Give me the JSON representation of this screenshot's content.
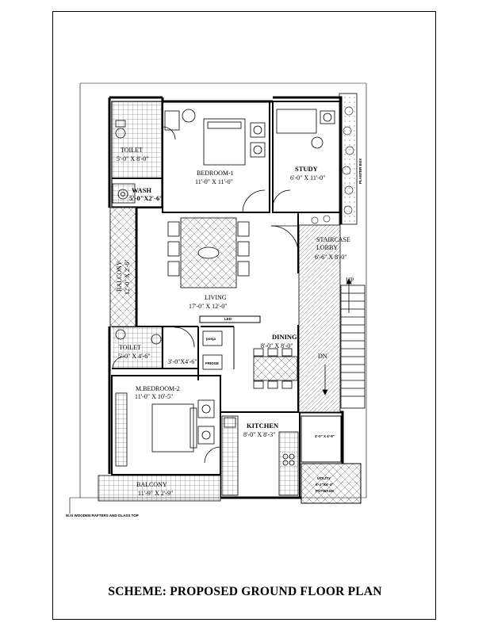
{
  "title": "SCHEME: PROPOSED GROUND FLOOR PLAN",
  "rooms": {
    "toilet1": {
      "name": "TOILET",
      "size": "5'-0\" X 8'-0\""
    },
    "bedroom1": {
      "name": "BEDROOM-1",
      "size": "11'-0\" X 11'-0\""
    },
    "study": {
      "name": "STUDY",
      "size": "6'-0\" X 11'-0\""
    },
    "wash": {
      "name": "WASH",
      "size": "5'-0\"X2'-6\""
    },
    "planter": {
      "name": "PLANTER BOX"
    },
    "balcony1": {
      "name": "BALCONY",
      "size": "12'-0\" X 2'-6\""
    },
    "living": {
      "name": "LIVING",
      "size": "17'-0\" X 12'-0\""
    },
    "stair_lobby": {
      "name1": "STAIRCASE",
      "name2": "LOBBY",
      "size": "6'-6\" X 8'-0\""
    },
    "up": "UP",
    "dn": "DN",
    "led": "LED",
    "pooja": "pooja",
    "fridge": "FRIDGE",
    "toilet2": {
      "name": "TOILET",
      "size": "5'-0\" X 4'-6\""
    },
    "passage": {
      "size": "3'-0\"X4'-6\""
    },
    "dining": {
      "name": "DINING",
      "size": "8'-0\" X 8'-0\""
    },
    "mbedroom2": {
      "name": "M.BEDROOM-2",
      "size": "11'-0\" X 10'-5\""
    },
    "kitchen": {
      "name": "KITCHEN",
      "size": "8'-0\" X 8'-3\""
    },
    "store": {
      "size": "4'-0\" X 4'-9\""
    },
    "balcony2": {
      "name": "BALCONY",
      "size": "11'-9\" X 2'-9\""
    },
    "utility": {
      "name": "UTILITY",
      "size": "6'-2\"X4'-4\"",
      "name2": "POTWASH"
    }
  },
  "annotation": "M.S/ WOODEN RAFTERS AND GLASS TOP"
}
